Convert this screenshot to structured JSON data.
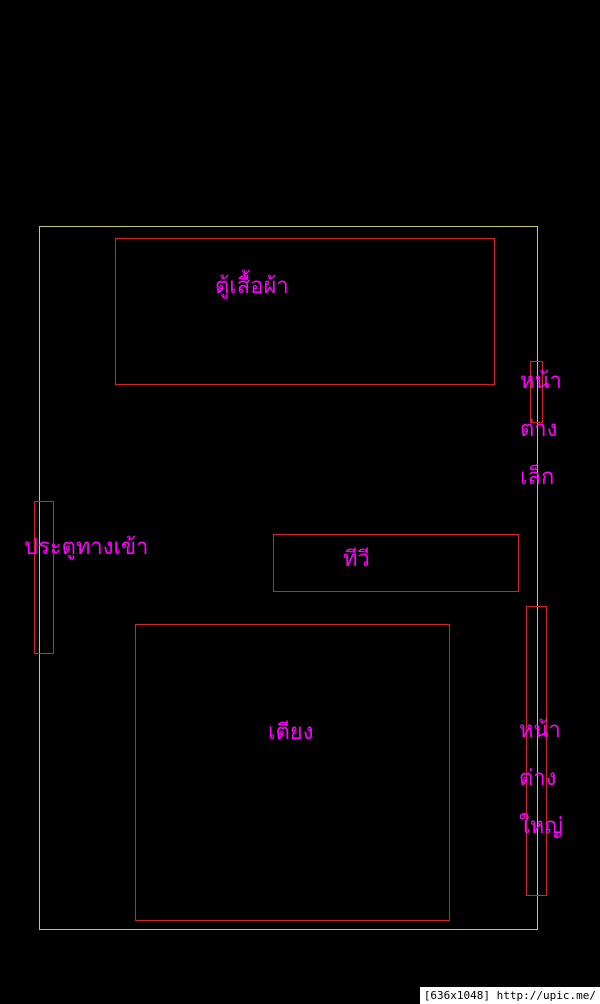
{
  "plan": {
    "wardrobe": "ตู้เสื้อผ้า",
    "small_window": [
      "หน้า",
      "ต่าง",
      "เล็ก"
    ],
    "entrance_door": "ประตูทางเข้า",
    "tv": "ทีวี",
    "bed": "เตียง",
    "large_window": [
      "หน้า",
      "ต่าง",
      "ใหญ่"
    ]
  },
  "watermark": "[636x1048] http://upic.me/",
  "colors": {
    "background": "#000000",
    "room_outline": "#c8c86a",
    "furniture_outline": "#d2232a",
    "label": "#ff00ff"
  }
}
